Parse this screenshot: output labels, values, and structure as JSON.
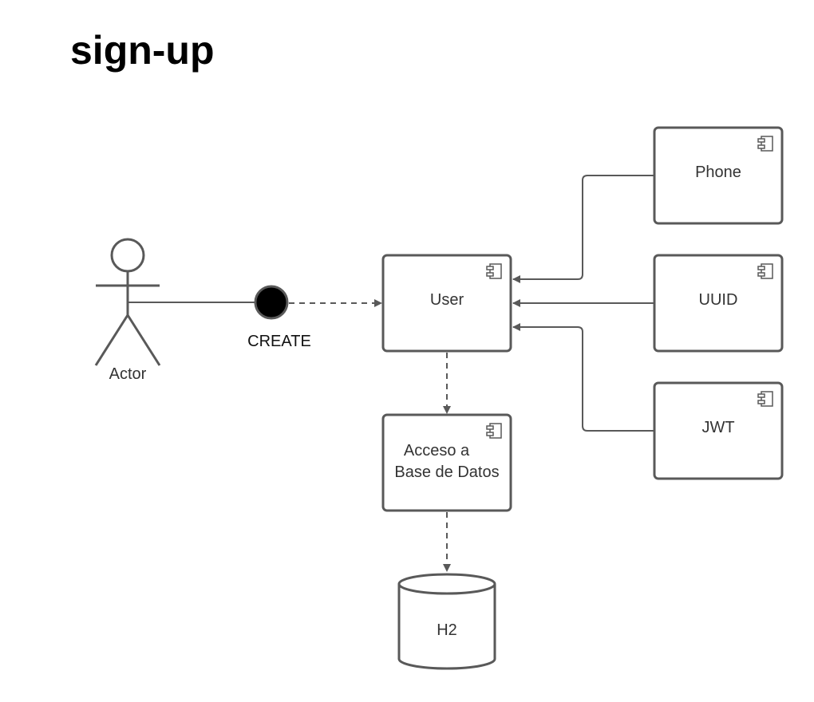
{
  "title": "sign-up",
  "diagram": {
    "actor": {
      "label": "Actor"
    },
    "interface": {
      "label": "CREATE"
    },
    "components": {
      "user": {
        "label": "User"
      },
      "phone": {
        "label": "Phone"
      },
      "uuid": {
        "label": "UUID"
      },
      "jwt": {
        "label": "JWT"
      },
      "db_access": {
        "label_line1": "Acceso a",
        "label_line2": "Base de Datos"
      }
    },
    "database": {
      "label": "H2"
    }
  },
  "colors": {
    "stroke": "#595959",
    "text": "#333333",
    "interface_fill": "#000000"
  }
}
